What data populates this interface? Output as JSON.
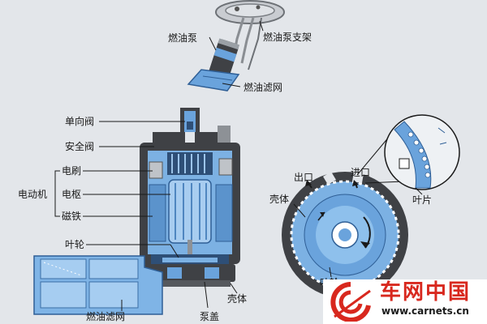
{
  "labels": {
    "fuel_pump": "燃油泵",
    "pump_bracket": "燃油泵支架",
    "filter_top": "燃油滤网",
    "check_valve": "单向阀",
    "safety_valve": "安全阀",
    "brush": "电刷",
    "motor": "电动机",
    "armature": "电枢",
    "magnet": "磁铁",
    "impeller_left": "叶轮",
    "filter_bottom": "燃油滤网",
    "pump_cover": "泵盖",
    "housing_left": "壳体",
    "outlet": "出口",
    "inlet": "进口",
    "housing_right": "壳体",
    "blade": "叶片",
    "impeller_right": "叶轮"
  },
  "watermark": {
    "title": "车网中国",
    "url": "www.carnets.cn"
  },
  "colors": {
    "pump_blue": "#6aa3dc",
    "dark_body": "#3f4145",
    "brand_red": "#d8281e"
  }
}
